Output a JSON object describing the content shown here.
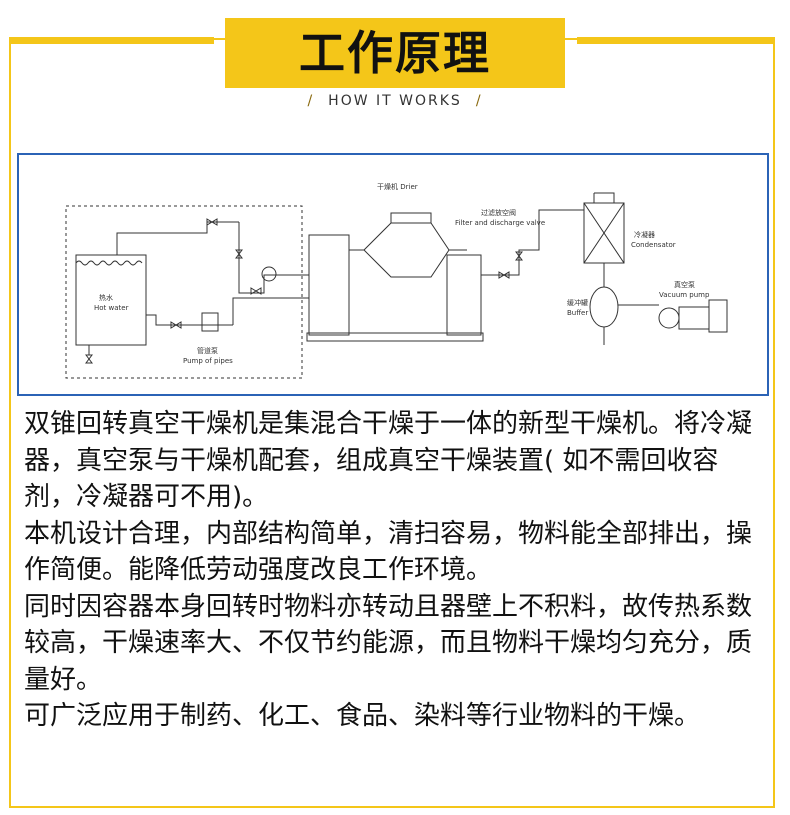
{
  "header": {
    "title": "工作原理",
    "subtitle": "HOW IT WORKS",
    "slash": "/"
  },
  "diagram": {
    "labels": {
      "drier_cn": "干燥机",
      "drier_en": "Drier",
      "filter_cn": "过滤放空阀",
      "filter_en": "Filter and discharge valve",
      "condensator_cn": "冷凝器",
      "condensator_en": "Condensator",
      "vacuum_pump_cn": "真空泵",
      "vacuum_pump_en": "Vacuum pump",
      "buffer_cn": "缓冲罐",
      "buffer_en": "Buffer",
      "hot_water_cn": "热水",
      "hot_water_en": "Hot water",
      "pump_pipes_cn": "管道泵",
      "pump_pipes_en": "Pump of pipes"
    }
  },
  "description": {
    "p1": "双锥回转真空干燥机是集混合干燥于一体的新型干燥机。将冷凝器，真空泵与干燥机配套，组成真空干燥装置( 如不需回收容剂，冷凝器可不用)。",
    "p2": "本机设计合理，内部结构简单，清扫容易，物料能全部排出，操作简便。能降低劳动强度改良工作环境。",
    "p3": "同时因容器本身回转时物料亦转动且器壁上不积料，故传热系数较高，干燥速率大、不仅节约能源，而且物料干燥均匀充分，质量好。",
    "p4": "可广泛应用于制药、化工、食品、染料等行业物料的干燥。"
  },
  "colors": {
    "accent": "#f4c619",
    "diagram_border": "#2b63b6",
    "text": "#111111"
  }
}
